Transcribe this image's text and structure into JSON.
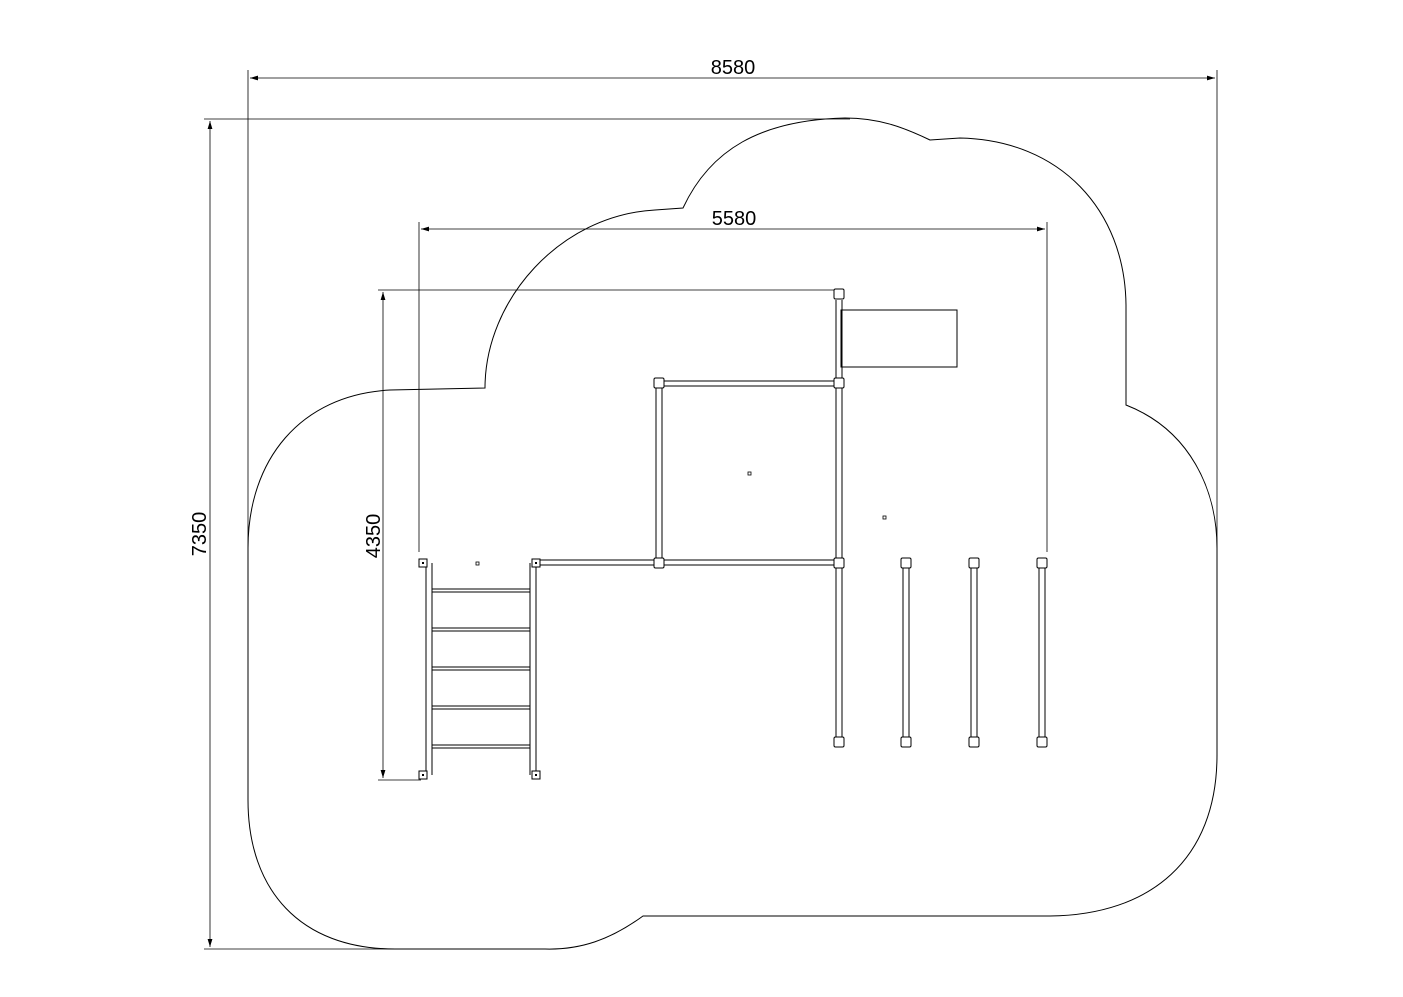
{
  "dimensions": {
    "overall_width": "8580",
    "overall_height": "7350",
    "equipment_width": "5580",
    "equipment_height": "4350"
  },
  "colors": {
    "line": "#000000",
    "background": "#ffffff"
  }
}
